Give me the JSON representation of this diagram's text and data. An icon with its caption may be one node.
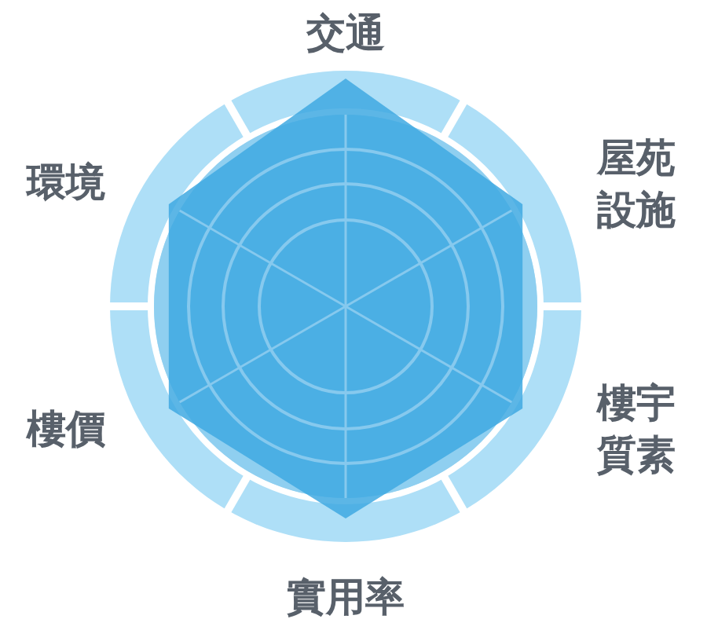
{
  "diagram": {
    "labels": [
      "交通",
      "屋苑設施",
      "環境",
      "樓宇質素",
      "樓價",
      "實用率"
    ]
  }
}
